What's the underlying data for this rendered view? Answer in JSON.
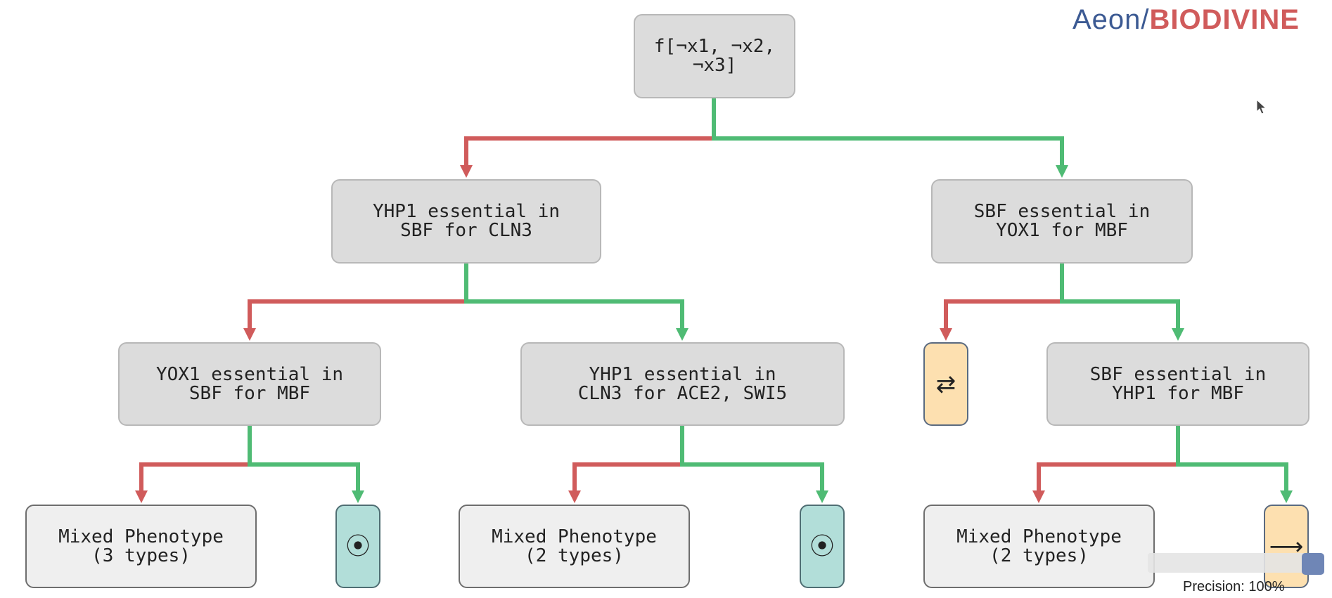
{
  "logo": {
    "part1": "Aeon",
    "separator": "/",
    "part2": "BIODIVINE"
  },
  "tree": {
    "root": "f[¬x1, ¬x2, ¬x3]",
    "n_left": "YHP1 essential in\nSBF for CLN3",
    "n_right": "SBF essential in\nYOX1 for MBF",
    "n_ll": "YOX1 essential in\nSBF for MBF",
    "n_lr": "YHP1 essential in\nCLN3 for ACE2, SWI5",
    "n_rr": "SBF essential in\nYHP1 for MBF",
    "leaf_lll": "Mixed Phenotype\n(3 types)",
    "leaf_lrl": "Mixed Phenotype\n(2 types)",
    "leaf_rrl": "Mixed Phenotype\n(2 types)"
  },
  "icons": {
    "stable": "⦿",
    "oscillation": "⇄",
    "disorder": "⟶"
  },
  "colors": {
    "negative_edge": "#d05b5b",
    "positive_edge": "#4fbb74"
  },
  "precision": {
    "label": "Precision: 100%",
    "value": 1.0
  }
}
